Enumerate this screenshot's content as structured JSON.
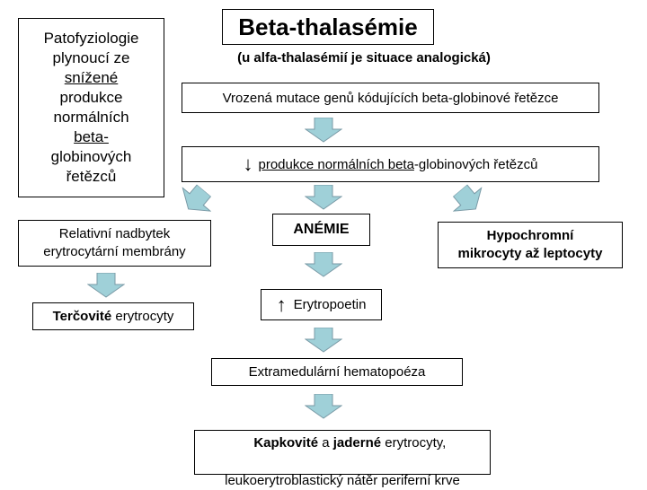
{
  "title": "Beta-thalasémie",
  "subtitle": "(u alfa-thalasémií je situace analogická)",
  "sidebar": {
    "line1": "Patofyziologie",
    "line2": "plynoucí ze",
    "line3": "snížené",
    "line4": "produkce",
    "line5": "normálních",
    "line6": "beta-",
    "line7": "globinových",
    "line8": "řetězců"
  },
  "mutation": "Vrozená mutace genů kódujících beta-globinové řetězce",
  "reduction": {
    "symbol": "↓",
    "underlined": "produkce normálních beta",
    "rest": "-globinových řetězců"
  },
  "membrane": {
    "line1": "Relativní nadbytek",
    "line2": "erytrocytární membrány"
  },
  "anemia": "ANÉMIE",
  "hypochromic": {
    "line1": "Hypochromní",
    "line2": "mikrocyty až leptocyty"
  },
  "target_cells": {
    "bold": "Terčovité",
    "rest": " erytrocyty"
  },
  "erythropoietin": {
    "symbol": "↑",
    "label": "Erytropoetin"
  },
  "hematopoiesis": "Extramedulární hematopoéza",
  "final": {
    "bold1": "Kapkovité",
    "mid": " a ",
    "bold2": "jaderné",
    "rest1": " erytrocyty,",
    "line2": "leukoerytroblastický nátěr periferní krve"
  },
  "colors": {
    "arrow_fill": "#9fd0d8",
    "arrow_stroke": "#7a9aa6",
    "border": "#000000"
  }
}
